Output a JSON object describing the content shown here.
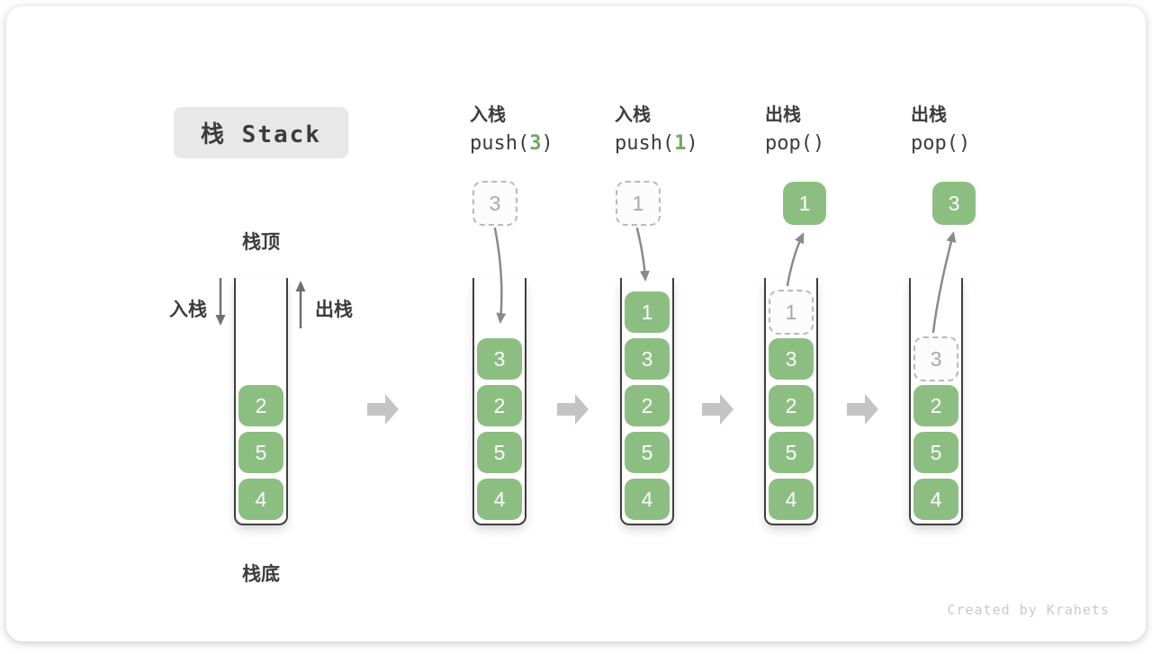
{
  "title": "栈 Stack",
  "watermark": "Created by Krahets",
  "side_labels": {
    "top": "栈顶",
    "bottom": "栈底",
    "push": "入栈",
    "pop": "出栈"
  },
  "operations": [
    {
      "zh": "入栈",
      "code_pre": "push(",
      "arg": "3",
      "code_post": ")"
    },
    {
      "zh": "入栈",
      "code_pre": "push(",
      "arg": "1",
      "code_post": ")"
    },
    {
      "zh": "出栈",
      "code_pre": "pop(",
      "arg": "",
      "code_post": ")"
    },
    {
      "zh": "出栈",
      "code_pre": "pop(",
      "arg": "",
      "code_post": ")"
    }
  ],
  "stacks": [
    {
      "name": "initial",
      "items": [
        "2",
        "5",
        "4"
      ]
    },
    {
      "name": "after-push-3",
      "floating": {
        "value": "3",
        "style": "dashed"
      },
      "items": [
        "3",
        "2",
        "5",
        "4"
      ]
    },
    {
      "name": "after-push-1",
      "floating": {
        "value": "1",
        "style": "dashed"
      },
      "items": [
        "1",
        "3",
        "2",
        "5",
        "4"
      ]
    },
    {
      "name": "after-pop-1",
      "floating": {
        "value": "1",
        "style": "solid"
      },
      "ghost": "1",
      "items": [
        "3",
        "2",
        "5",
        "4"
      ]
    },
    {
      "name": "after-pop-3",
      "floating": {
        "value": "3",
        "style": "solid"
      },
      "ghost": "3",
      "items": [
        "2",
        "5",
        "4"
      ]
    }
  ],
  "colors": {
    "block_green": "#8cbe82",
    "code_arg_green": "#6ea85c",
    "curved_arrow_grey": "#8a8a8a",
    "vertical_arrow_grey": "#6f6f6f",
    "transition_arrow_grey": "#c4c4c4",
    "title_box_bg": "#e8e8e8",
    "text_dark": "#3c3c3c",
    "dashed_border_grey": "#b9b9b9"
  }
}
